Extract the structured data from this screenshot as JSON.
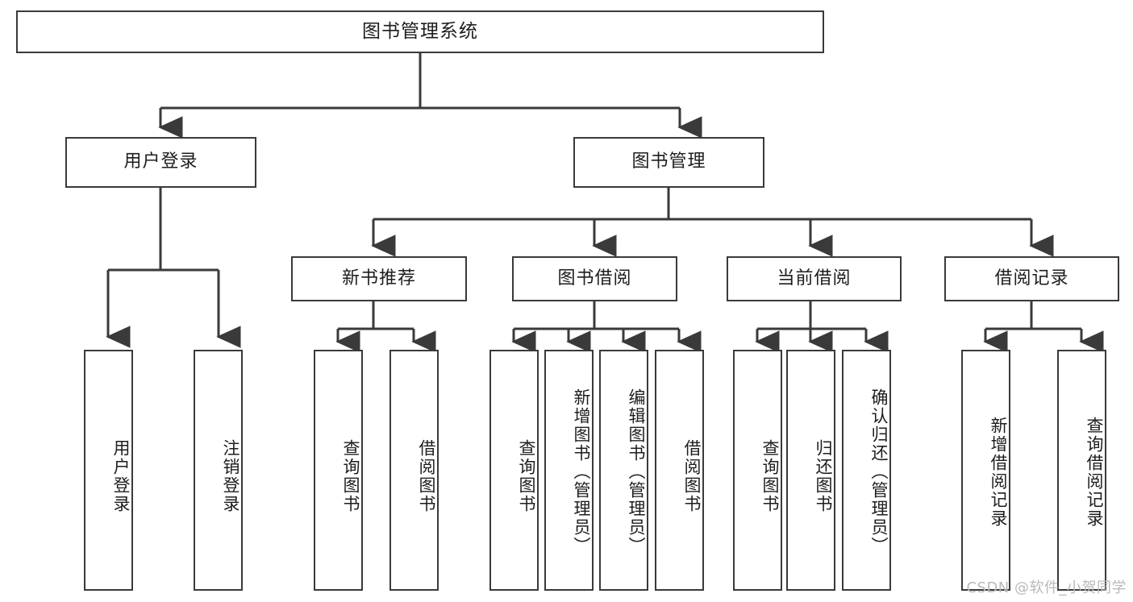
{
  "diagram": {
    "title": "图书管理系统",
    "type": "tree-hierarchy",
    "root": {
      "label": "图书管理系统"
    },
    "level2": [
      {
        "label": "用户登录"
      },
      {
        "label": "图书管理"
      }
    ],
    "level3": [
      {
        "label": "新书推荐"
      },
      {
        "label": "图书借阅"
      },
      {
        "label": "当前借阅"
      },
      {
        "label": "借阅记录"
      }
    ],
    "leaves": {
      "user_login": [
        {
          "label": "用户登录"
        },
        {
          "label": "注销登录"
        }
      ],
      "new_book_recommend": [
        {
          "label": "查询图书"
        },
        {
          "label": "借阅图书"
        }
      ],
      "book_borrow": [
        {
          "label": "查询图书"
        },
        {
          "label": "新增图书（管理员）"
        },
        {
          "label": "编辑图书（管理员）"
        },
        {
          "label": "借阅图书"
        }
      ],
      "current_borrow": [
        {
          "label": "查询图书"
        },
        {
          "label": "归还图书"
        },
        {
          "label": "确认归还（管理员）"
        }
      ],
      "borrow_record": [
        {
          "label": "新增借阅记录"
        },
        {
          "label": "查询借阅记录"
        }
      ]
    },
    "colors": {
      "stroke": "#3a3a3a",
      "fill": "#ffffff",
      "text": "#1d1d1d",
      "watermark": "#b9b9b9"
    }
  },
  "watermark": {
    "text": "CSDN @软件_小贺同学"
  }
}
